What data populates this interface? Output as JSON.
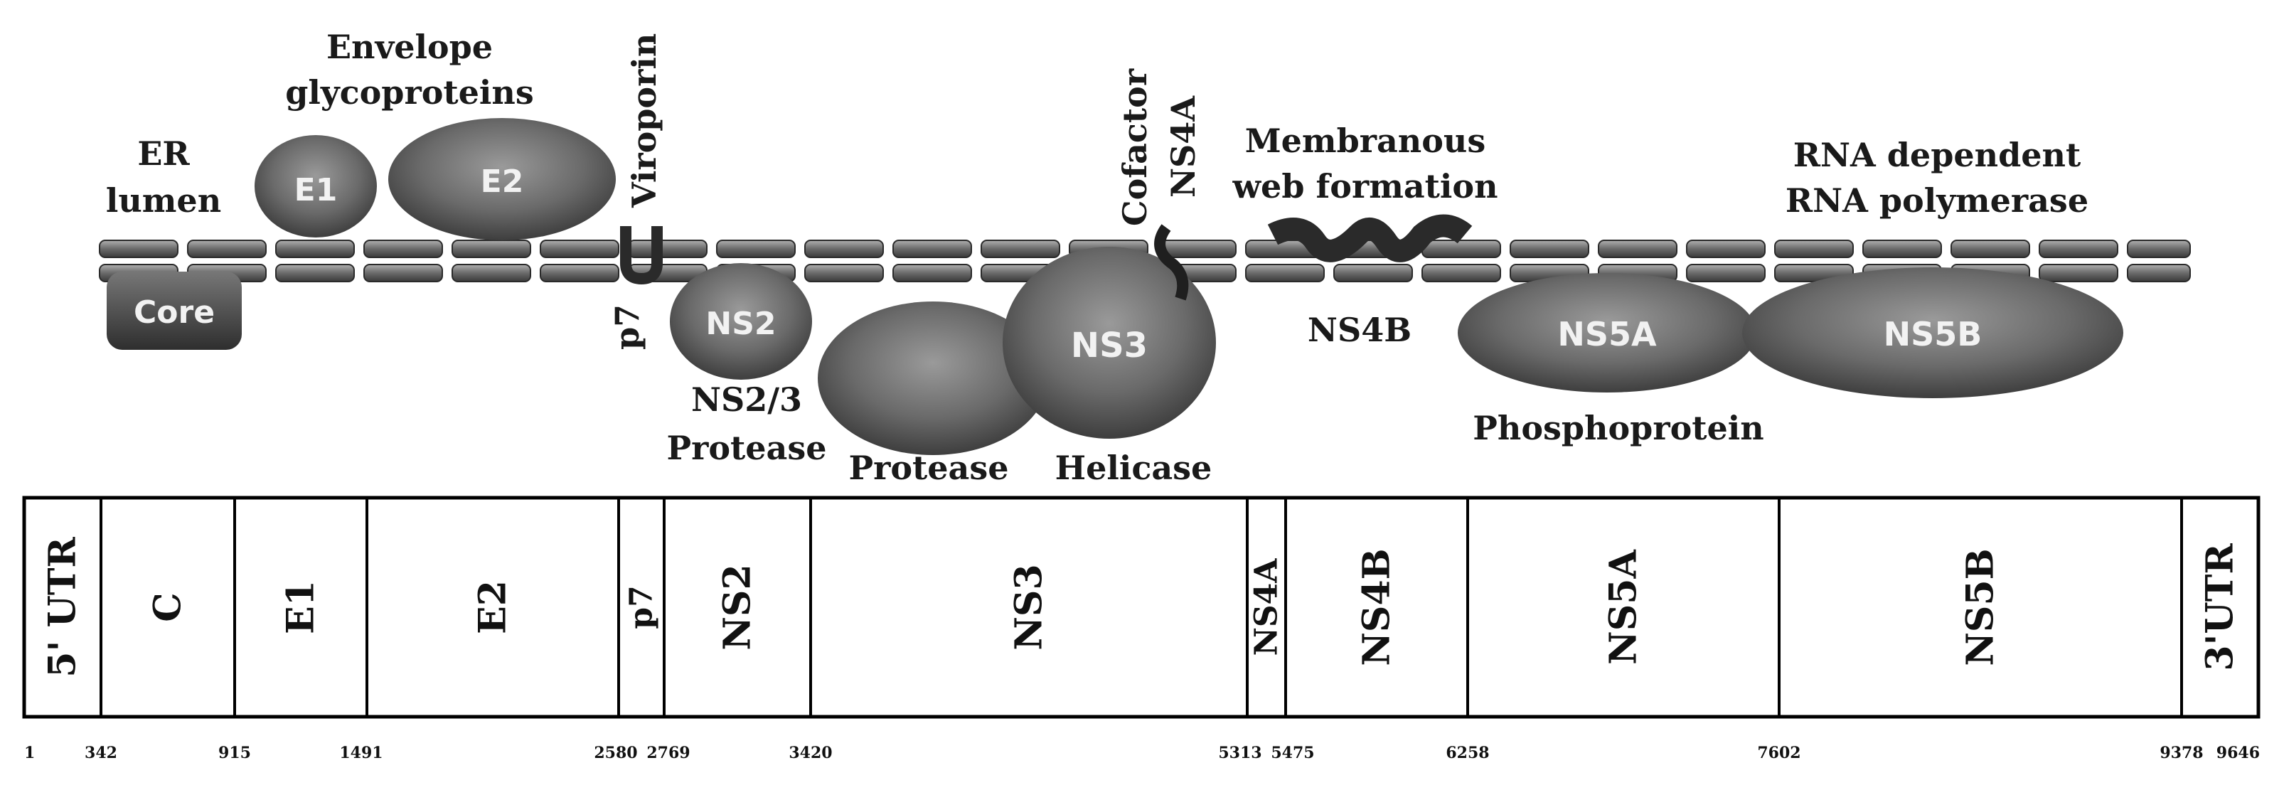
{
  "protein_labels": {
    "envelope_line1": "Envelope",
    "envelope_line2": "glycoproteins",
    "er_line1": "ER",
    "er_line2": "lumen",
    "viroporin": "Viroporin",
    "p7": "p7",
    "cofactor": "Cofactor",
    "ns4a_top": "NS4A",
    "membranous_line1": "Membranous",
    "membranous_line2": "web formation",
    "rdrp_line1": "RNA dependent",
    "rdrp_line2": "RNA polymerase",
    "ns2_3_line1": "NS2/3",
    "ns2_3_line2": "Protease",
    "protease": "Protease",
    "helicase": "Helicase",
    "ns4b": "NS4B",
    "phosphoprotein": "Phosphoprotein"
  },
  "protein_blobs": {
    "core": "Core",
    "e1": "E1",
    "e2": "E2",
    "ns2": "NS2",
    "ns3": "NS3",
    "ns5a": "NS5A",
    "ns5b": "NS5B"
  },
  "genome_segments": [
    {
      "label": "5' UTR",
      "start": 1,
      "end": 342
    },
    {
      "label": "C",
      "start": 342,
      "end": 915
    },
    {
      "label": "E1",
      "start": 915,
      "end": 1491
    },
    {
      "label": "E2",
      "start": 1491,
      "end": 2580
    },
    {
      "label": "p7",
      "start": 2580,
      "end": 2769
    },
    {
      "label": "NS2",
      "start": 2769,
      "end": 3420
    },
    {
      "label": "NS3",
      "start": 3420,
      "end": 5313
    },
    {
      "label": "NS4A",
      "start": 5313,
      "end": 5475
    },
    {
      "label": "NS4B",
      "start": 5475,
      "end": 6258
    },
    {
      "label": "NS5A",
      "start": 6258,
      "end": 7602
    },
    {
      "label": "NS5B",
      "start": 7602,
      "end": 9378
    },
    {
      "label": "3'UTR",
      "start": 9378,
      "end": 9646
    }
  ],
  "positions": [
    "1",
    "342",
    "915",
    "1491",
    "2580",
    "2769",
    "3420",
    "5313",
    "5475",
    "6258",
    "7602",
    "9378",
    "9646"
  ],
  "colors": {
    "protein": "#555555",
    "membrane": "#6e6e6e",
    "outline": "#000000"
  }
}
